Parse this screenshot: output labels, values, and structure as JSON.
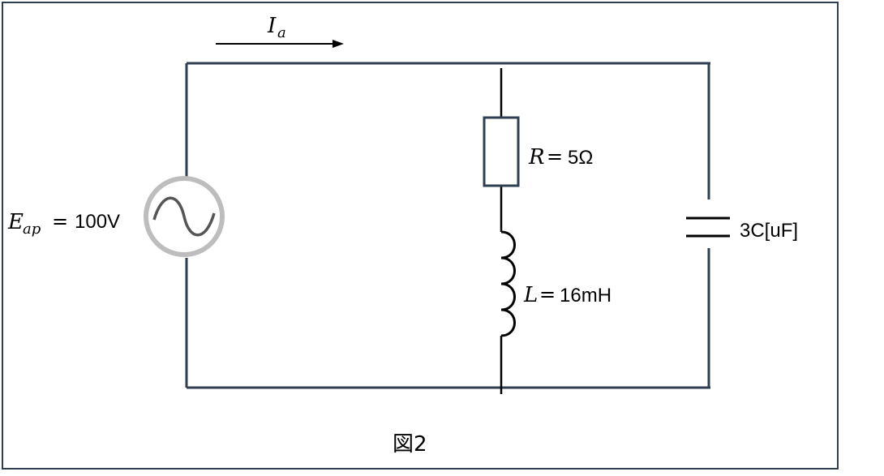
{
  "source": {
    "symbol": "E",
    "subscript": "ap",
    "equals": "=",
    "value": "100V"
  },
  "current": {
    "symbol": "I",
    "subscript": "a"
  },
  "resistor": {
    "symbol": "R",
    "equals": "=",
    "value": "5Ω"
  },
  "inductor": {
    "symbol": "L",
    "equals": "=",
    "value": "16mH"
  },
  "capacitor": {
    "value": "3C[uF]"
  },
  "caption": "図2",
  "colors": {
    "wire": "#2f3e50",
    "source_ring": "#bdbdbd",
    "source_wave": "#555555",
    "frame": "#2f3e50"
  }
}
